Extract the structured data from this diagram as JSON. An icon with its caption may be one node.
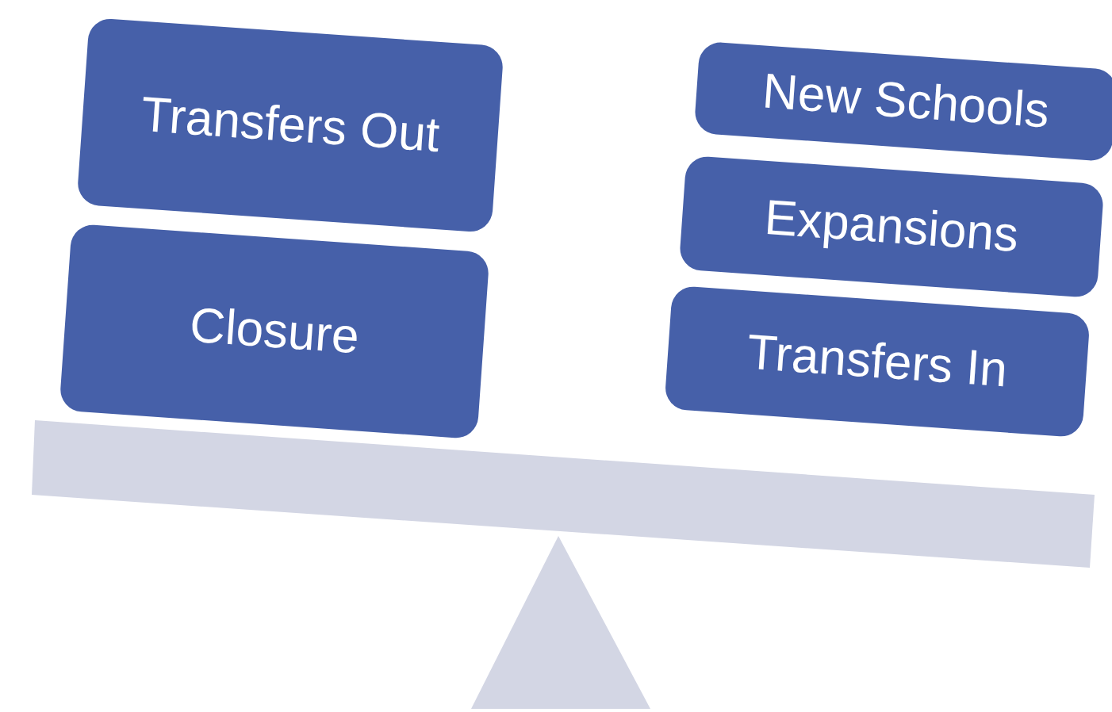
{
  "diagram": {
    "nodes": [
      {
        "text": [
          "Transfers Out"
        ]
      },
      {
        "text": [
          "Closure"
        ]
      },
      {
        "text": [
          "New Schools"
        ]
      },
      {
        "text": [
          "Expansions"
        ]
      },
      {
        "text": [
          "Transfers In"
        ]
      }
    ]
  }
}
